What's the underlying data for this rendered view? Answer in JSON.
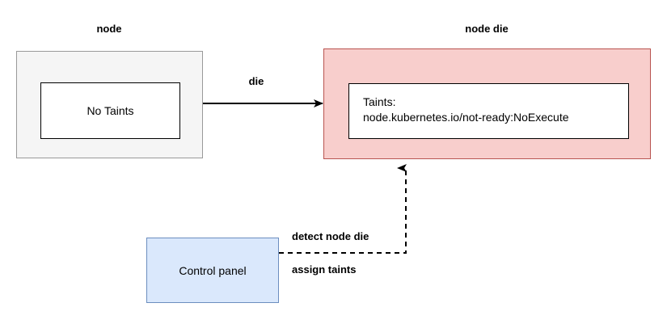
{
  "diagram": {
    "background": "#ffffff",
    "nodes": {
      "node": {
        "title": "node",
        "inner_label": "No Taints",
        "fill": "#f5f5f5",
        "stroke": "#999999"
      },
      "node_die": {
        "title": "node die",
        "inner_line_1": "Taints:",
        "inner_line_2": "node.kubernetes.io/not-ready:NoExecute",
        "fill": "#f8cecc",
        "stroke": "#b85450"
      },
      "control_panel": {
        "label": "Control panel",
        "fill": "#dae8fc",
        "stroke": "#6c8ebf"
      }
    },
    "edges": {
      "die": {
        "label": "die",
        "style": "solid",
        "stroke": "#000000"
      },
      "detect": {
        "label_above": "detect node die",
        "label_below": "assign taints",
        "style": "dashed",
        "stroke": "#000000"
      }
    }
  }
}
